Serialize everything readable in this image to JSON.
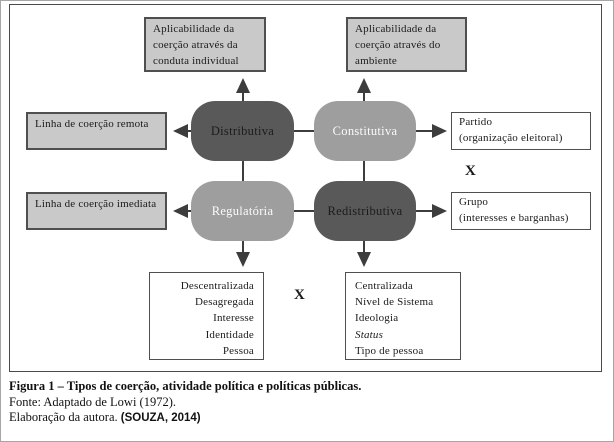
{
  "diagram": {
    "top_boxes": [
      {
        "text": "Aplicabilidade da coerção através da conduta individual"
      },
      {
        "text": "Aplicabilidade da coerção através do ambiente"
      }
    ],
    "left_boxes": [
      {
        "text": "Linha de coerção remota"
      },
      {
        "text": "Linha de coerção imediata"
      }
    ],
    "pills": [
      {
        "label": "Distributiva",
        "tone": "dark"
      },
      {
        "label": "Constitutiva",
        "tone": "light"
      },
      {
        "label": "Regulatória",
        "tone": "light"
      },
      {
        "label": "Redistributiva",
        "tone": "dark"
      }
    ],
    "right_boxes": [
      {
        "line1": "Partido",
        "line2": "(organização eleitoral)"
      },
      {
        "line1": "Grupo",
        "line2": "(interesses e barganhas)"
      }
    ],
    "x_right": "X",
    "x_bottom": "X",
    "bottom_boxes": [
      {
        "align": "right",
        "items": [
          "Descentralizada",
          "Desagregada",
          "Interesse",
          "Identidade",
          "Pessoa"
        ]
      },
      {
        "align": "left",
        "items": [
          "Centralizada",
          "Nível de Sistema",
          "Ideologia",
          "Status",
          "Tipo de pessoa"
        ]
      }
    ]
  },
  "caption": {
    "title": "Figura 1 – Tipos de coerção, atividade política e políticas públicas.",
    "source": "Fonte: Adaptado de Lowi (1972).",
    "credit": "Elaboração da autora.",
    "citation": "(SOUZA, 2014)"
  },
  "colors": {
    "pill_dark": "#595959",
    "pill_light": "#9e9e9e",
    "label_box_fill": "#c9c9c9",
    "box_border": "#4a4a4a",
    "arrow": "#3d3d3d"
  }
}
